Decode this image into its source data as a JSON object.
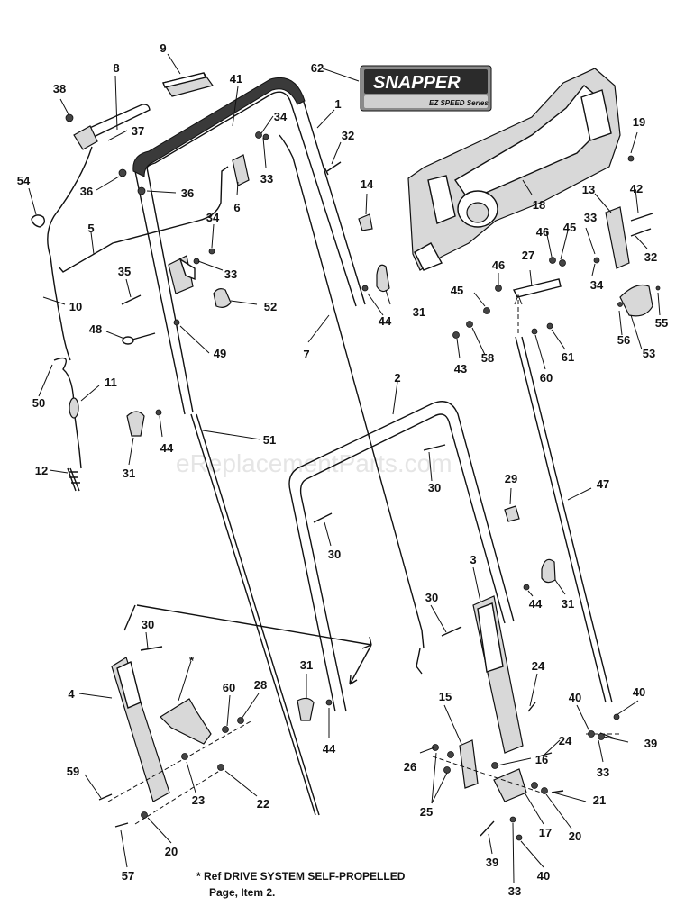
{
  "logo": {
    "brand": "SNAPPER",
    "series": "EZ SPEED Series"
  },
  "watermark": "eReplacementParts.com",
  "footnote": {
    "line1": "* Ref DRIVE SYSTEM SELF-PROPELLED",
    "line2": "Page, Item 2."
  },
  "asterisk": "*",
  "parts": [
    {
      "id": "8",
      "label": "8"
    },
    {
      "id": "9",
      "label": "9"
    },
    {
      "id": "41",
      "label": "41"
    },
    {
      "id": "62",
      "label": "62"
    },
    {
      "id": "38",
      "label": "38"
    },
    {
      "id": "37",
      "label": "37"
    },
    {
      "id": "34a",
      "label": "34"
    },
    {
      "id": "1",
      "label": "1"
    },
    {
      "id": "32a",
      "label": "32"
    },
    {
      "id": "19",
      "label": "19"
    },
    {
      "id": "54",
      "label": "54"
    },
    {
      "id": "36a",
      "label": "36"
    },
    {
      "id": "36b",
      "label": "36"
    },
    {
      "id": "33a",
      "label": "33"
    },
    {
      "id": "6",
      "label": "6"
    },
    {
      "id": "14",
      "label": "14"
    },
    {
      "id": "18",
      "label": "18"
    },
    {
      "id": "13",
      "label": "13"
    },
    {
      "id": "42",
      "label": "42"
    },
    {
      "id": "5",
      "label": "5"
    },
    {
      "id": "34b",
      "label": "34"
    },
    {
      "id": "33b",
      "label": "33"
    },
    {
      "id": "46a",
      "label": "46"
    },
    {
      "id": "45a",
      "label": "45"
    },
    {
      "id": "33c",
      "label": "33"
    },
    {
      "id": "32b",
      "label": "32"
    },
    {
      "id": "35",
      "label": "35"
    },
    {
      "id": "27",
      "label": "27"
    },
    {
      "id": "46b",
      "label": "46"
    },
    {
      "id": "34c",
      "label": "34"
    },
    {
      "id": "10",
      "label": "10"
    },
    {
      "id": "52",
      "label": "52"
    },
    {
      "id": "31a",
      "label": "31"
    },
    {
      "id": "45b",
      "label": "45"
    },
    {
      "id": "44a",
      "label": "44"
    },
    {
      "id": "55",
      "label": "55"
    },
    {
      "id": "48",
      "label": "48"
    },
    {
      "id": "49",
      "label": "49"
    },
    {
      "id": "7",
      "label": "7"
    },
    {
      "id": "43",
      "label": "43"
    },
    {
      "id": "58",
      "label": "58"
    },
    {
      "id": "56",
      "label": "56"
    },
    {
      "id": "53",
      "label": "53"
    },
    {
      "id": "60a",
      "label": "60"
    },
    {
      "id": "61",
      "label": "61"
    },
    {
      "id": "50",
      "label": "50"
    },
    {
      "id": "11",
      "label": "11"
    },
    {
      "id": "2",
      "label": "2"
    },
    {
      "id": "44b",
      "label": "44"
    },
    {
      "id": "51",
      "label": "51"
    },
    {
      "id": "31b",
      "label": "31"
    },
    {
      "id": "12",
      "label": "12"
    },
    {
      "id": "30a",
      "label": "30"
    },
    {
      "id": "29",
      "label": "29"
    },
    {
      "id": "47",
      "label": "47"
    },
    {
      "id": "30b",
      "label": "30"
    },
    {
      "id": "3",
      "label": "3"
    },
    {
      "id": "30c",
      "label": "30"
    },
    {
      "id": "44c",
      "label": "44"
    },
    {
      "id": "31c",
      "label": "31"
    },
    {
      "id": "30d",
      "label": "30"
    },
    {
      "id": "60b",
      "label": "60"
    },
    {
      "id": "28",
      "label": "28"
    },
    {
      "id": "4",
      "label": "4"
    },
    {
      "id": "31d",
      "label": "31"
    },
    {
      "id": "24a",
      "label": "24"
    },
    {
      "id": "40a",
      "label": "40"
    },
    {
      "id": "40b",
      "label": "40"
    },
    {
      "id": "15",
      "label": "15"
    },
    {
      "id": "39a",
      "label": "39"
    },
    {
      "id": "44d",
      "label": "44"
    },
    {
      "id": "24b",
      "label": "24"
    },
    {
      "id": "33d",
      "label": "33"
    },
    {
      "id": "26",
      "label": "26"
    },
    {
      "id": "16",
      "label": "16"
    },
    {
      "id": "59",
      "label": "59"
    },
    {
      "id": "23",
      "label": "23"
    },
    {
      "id": "22",
      "label": "22"
    },
    {
      "id": "21",
      "label": "21"
    },
    {
      "id": "25",
      "label": "25"
    },
    {
      "id": "17",
      "label": "17"
    },
    {
      "id": "20a",
      "label": "20"
    },
    {
      "id": "20b",
      "label": "20"
    },
    {
      "id": "39b",
      "label": "39"
    },
    {
      "id": "57",
      "label": "57"
    },
    {
      "id": "40c",
      "label": "40"
    },
    {
      "id": "33e",
      "label": "33"
    }
  ]
}
